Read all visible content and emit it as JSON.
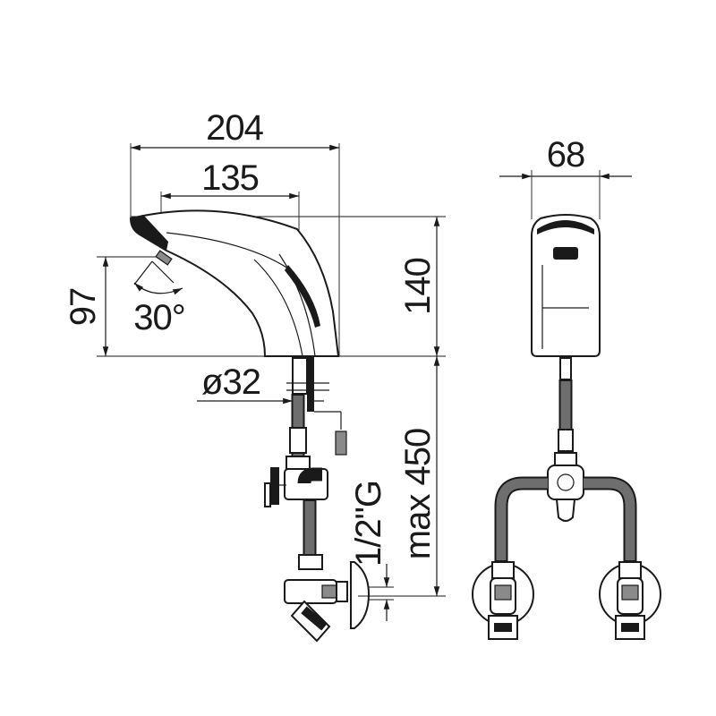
{
  "dimensions": {
    "overall_length": "204",
    "spout_length": "135",
    "height": "140",
    "outlet_height": "97",
    "spray_angle": "30°",
    "body_diameter": "ø32",
    "max_hose_length": "max 450",
    "thread": "1/2\"G",
    "front_width": "68"
  },
  "colors": {
    "line": "#1a1a1a",
    "hose_fill": "#6e6e6e",
    "background": "#ffffff"
  }
}
